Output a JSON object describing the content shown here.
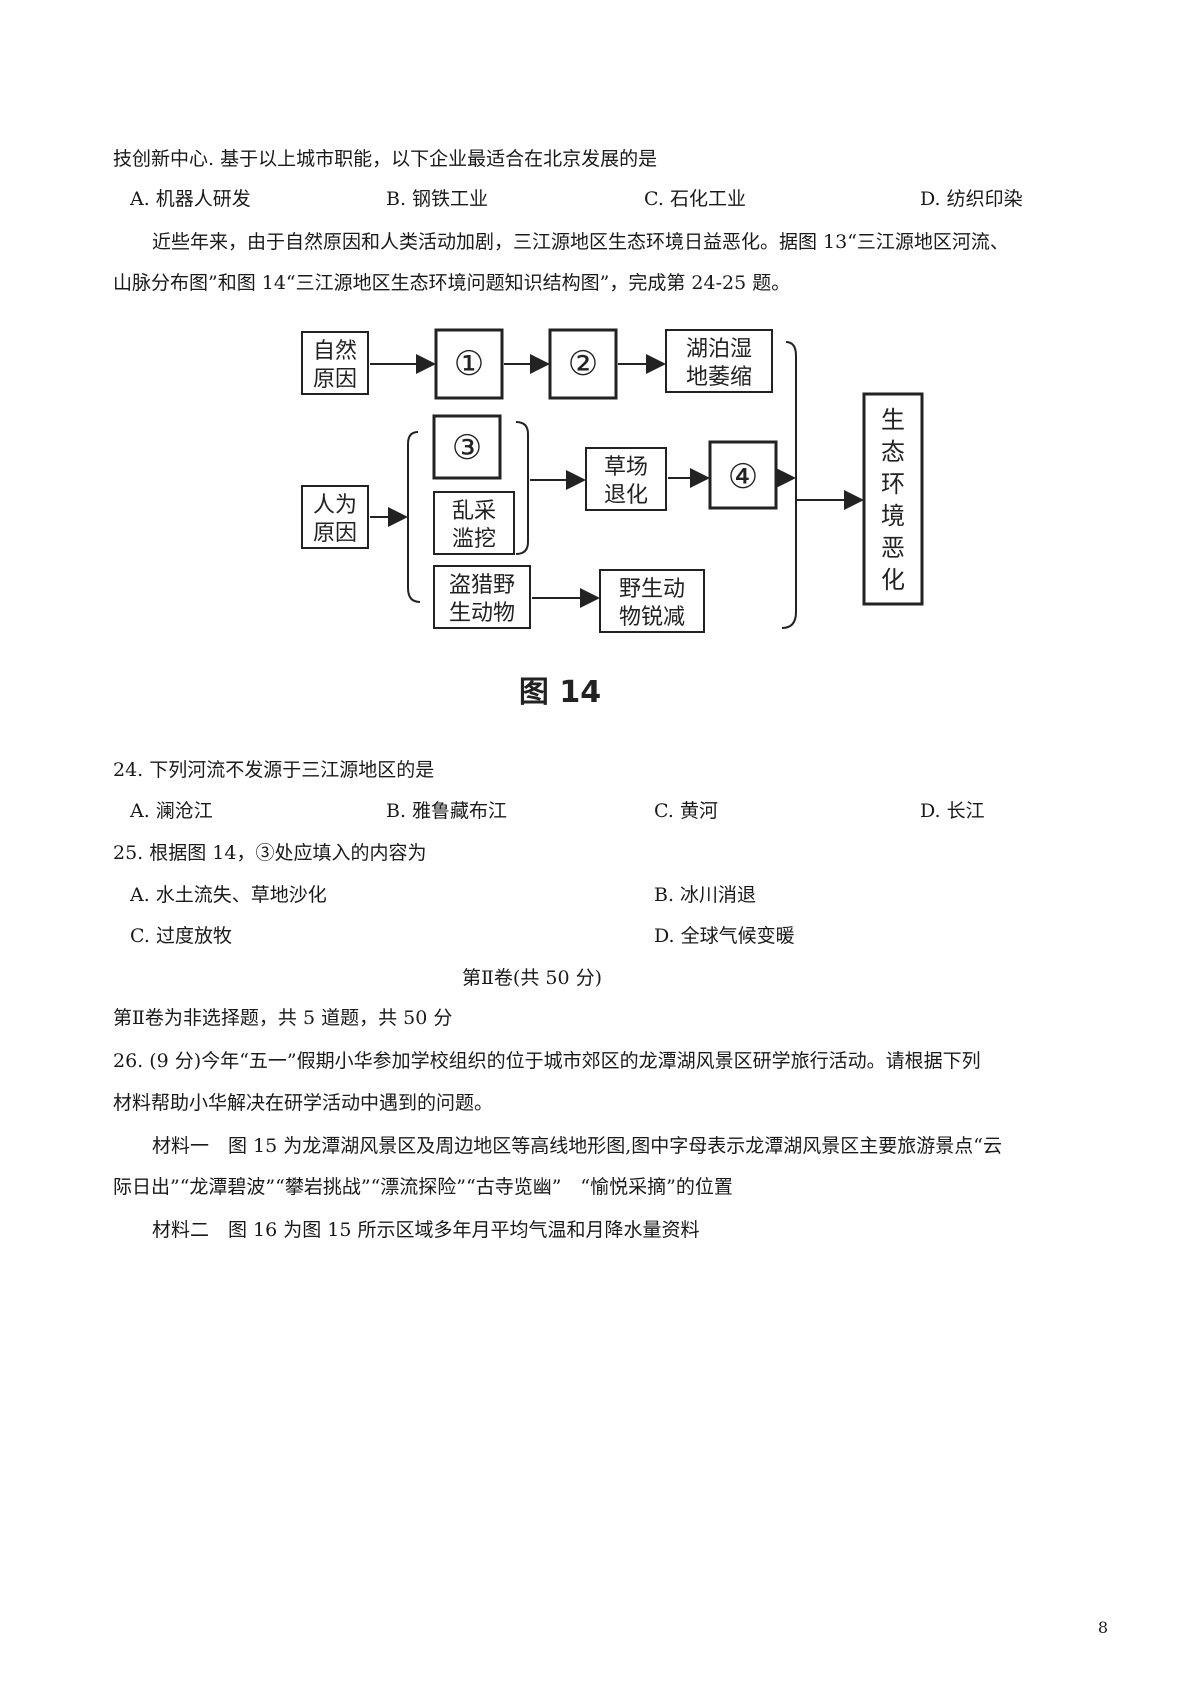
{
  "lines": {
    "l1": "技创新中心. 基于以上城市职能，以下企业最适合在北京发展的是",
    "q23_a": "A. 机器人研发",
    "q23_b": "B. 钢铁工业",
    "q23_c": "C. 石化工业",
    "q23_d": "D. 纺织印染",
    "intro1": "近些年来，由于自然原因和人类活动加剧，三江源地区生态环境日益恶化。据图 13“三江源地区河流、",
    "intro2": "山脉分布图”和图 14“三江源地区生态环境问题知识结构图”，完成第 24-25 题。",
    "q24": "24. 下列河流不发源于三江源地区的是",
    "q24_a": "A. 澜沧江",
    "q24_b": "B. 雅鲁藏布江",
    "q24_c": "C. 黄河",
    "q24_d": "D. 长江",
    "q25": "25. 根据图 14，③处应填入的内容为",
    "q25_a": "A. 水土流失、草地沙化",
    "q25_b": "B. 冰川消退",
    "q25_c": "C. 过度放牧",
    "q25_d": "D. 全球气候变暖",
    "section": "第Ⅱ卷(共 50 分)",
    "section_note": "第Ⅱ卷为非选择题，共 5 道题，共 50 分",
    "q26_1": "26. (9 分)今年“五一”假期小华参加学校组织的位于城市郊区的龙潭湖风景区研学旅行活动。请根据下列",
    "q26_2": "材料帮助小华解决在研学活动中遇到的问题。",
    "m1_1": "材料一　图 15 为龙潭湖风景区及周边地区等高线地形图,图中字母表示龙潭湖风景区主要旅游景点“云",
    "m1_2": "际日出”“龙潭碧波”“攀岩挑战”“漂流探险”“古寺览幽”　“愉悦采摘”的位置",
    "m2": "材料二　图 16 为图 15 所示区域多年月平均气温和月降水量资料",
    "page_number": "8"
  },
  "figure": {
    "caption": "图 14",
    "natural_cause": [
      "自然",
      "原因"
    ],
    "human_cause": [
      "人为",
      "原因"
    ],
    "blank1": "①",
    "blank2": "②",
    "blank3": "③",
    "blank4": "④",
    "lake_wetland": [
      "湖泊湿",
      "地萎缩"
    ],
    "mining": [
      "乱采",
      "滥挖"
    ],
    "grassland": [
      "草场",
      "退化"
    ],
    "poaching": [
      "盗猎野",
      "生动物"
    ],
    "wildlife": [
      "野生动",
      "物锐减"
    ],
    "result": [
      "生",
      "态",
      "环",
      "境",
      "恶",
      "化"
    ]
  }
}
